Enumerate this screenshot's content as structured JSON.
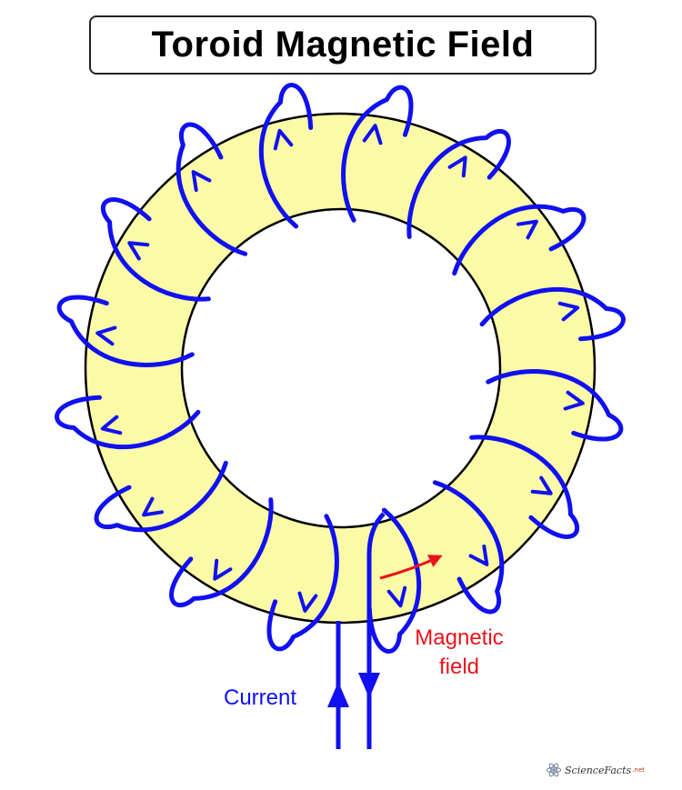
{
  "title": "Toroid Magnetic Field",
  "labels": {
    "current": "Current",
    "magnetic_field_line1": "Magnetic",
    "magnetic_field_line2": "field"
  },
  "logo": {
    "name": "ScienceFacts",
    "suffix": ".net"
  },
  "colors": {
    "toroid_fill": "#fbfaa6",
    "toroid_outline": "#000000",
    "winding": "#1010f0",
    "field_arrow": "#e8141b",
    "current_label": "#1010f0",
    "field_label": "#e8141b"
  },
  "icons": {
    "logo": "atom-icon"
  }
}
